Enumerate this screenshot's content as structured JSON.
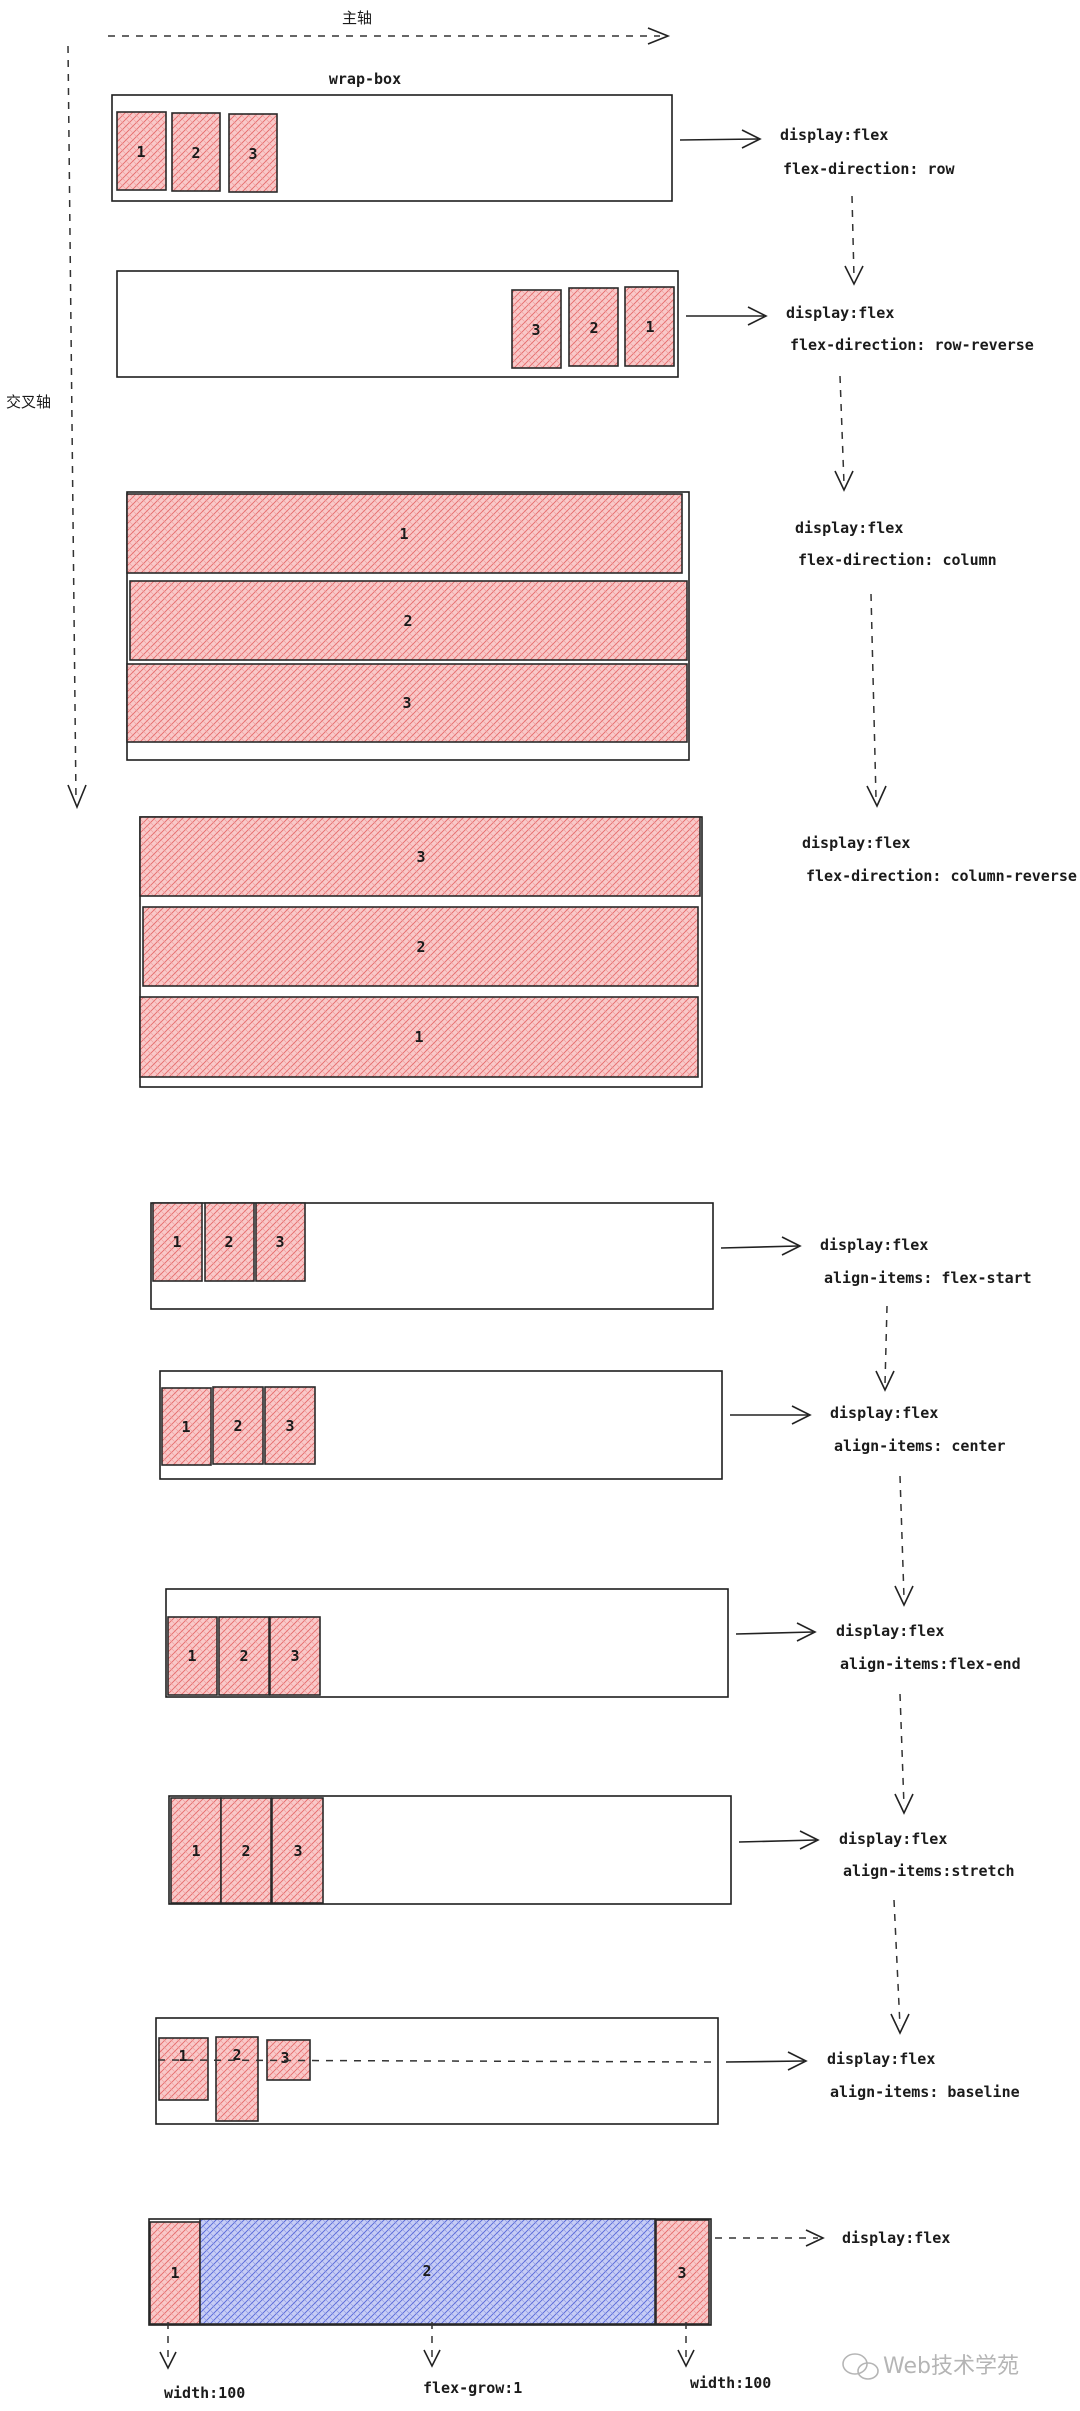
{
  "axes": {
    "main_axis": "主轴",
    "cross_axis": "交叉轴"
  },
  "container_label": "wrap-box",
  "colors": {
    "item_fill": "#f9c9c9",
    "item_hatch": "#e56a6a",
    "grow_fill": "#c7cdf5",
    "grow_hatch": "#5566d8",
    "stroke": "#1e1e1e"
  },
  "examples": [
    {
      "id": "row",
      "lines": [
        "display:flex",
        "flex-direction: row"
      ],
      "items": [
        "1",
        "2",
        "3"
      ]
    },
    {
      "id": "row-reverse",
      "lines": [
        "display:flex",
        "flex-direction: row-reverse"
      ],
      "items": [
        "3",
        "2",
        "1"
      ]
    },
    {
      "id": "column",
      "lines": [
        "display:flex",
        "flex-direction: column"
      ],
      "items": [
        "1",
        "2",
        "3"
      ]
    },
    {
      "id": "column-reverse",
      "lines": [
        "display:flex",
        "flex-direction: column-reverse"
      ],
      "items": [
        "3",
        "2",
        "1"
      ]
    },
    {
      "id": "align-flex-start",
      "lines": [
        "display:flex",
        "align-items: flex-start"
      ],
      "items": [
        "1",
        "2",
        "3"
      ]
    },
    {
      "id": "align-center",
      "lines": [
        "display:flex",
        "align-items: center"
      ],
      "items": [
        "1",
        "2",
        "3"
      ]
    },
    {
      "id": "align-flex-end",
      "lines": [
        "display:flex",
        "align-items:flex-end"
      ],
      "items": [
        "1",
        "2",
        "3"
      ]
    },
    {
      "id": "align-stretch",
      "lines": [
        "display:flex",
        "align-items:stretch"
      ],
      "items": [
        "1",
        "2",
        "3"
      ]
    },
    {
      "id": "align-baseline",
      "lines": [
        "display:flex",
        "align-items: baseline"
      ],
      "items": [
        "1",
        "2",
        "3"
      ]
    },
    {
      "id": "flex-grow",
      "lines": [
        "display:flex"
      ],
      "items": [
        "1",
        "2",
        "3"
      ]
    }
  ],
  "grow_notes": [
    "width:100",
    "flex-grow:1",
    "width:100"
  ],
  "watermark": "Web技术学苑"
}
